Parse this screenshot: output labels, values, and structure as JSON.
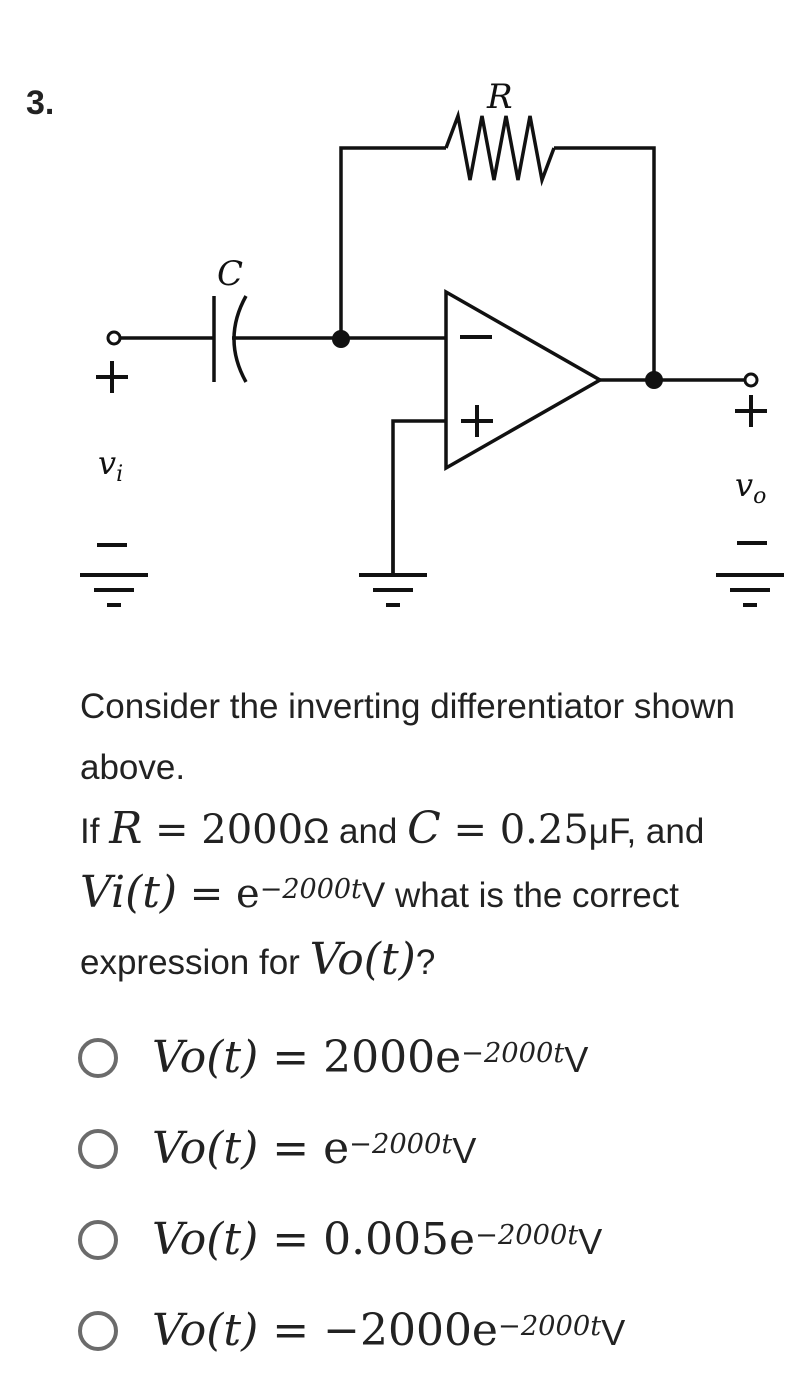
{
  "question_number": "3.",
  "circuit": {
    "resistor_label": "R",
    "capacitor_label": "C",
    "opamp_minus": "−",
    "opamp_plus": "+",
    "input_plus": "+",
    "input_minus": "−",
    "input_label_base": "v",
    "input_label_sub": "i",
    "output_plus": "+",
    "output_minus": "−",
    "output_label_base": "v",
    "output_label_sub": "o"
  },
  "prompt": {
    "line1": "Consider the inverting differentiator shown above.",
    "if": "If ",
    "R_sym": "R",
    "eq1": " = 2000",
    "ohm": "Ω",
    "and1": " and ",
    "C_sym": "C",
    "eq2": " = 0.25",
    "uF": "μF, and",
    "vi_lhs": "Vi(t)",
    "eq3": " = e",
    "vi_exp": "−2000t",
    "vi_unit": "V",
    "rest": " what is the correct expression for ",
    "vo": "Vo(t)",
    "qmark": "?"
  },
  "options": [
    {
      "lhs": "Vo(t)",
      "rhs": " = 2000e",
      "exp": "−2000t",
      "unit": "V"
    },
    {
      "lhs": "Vo(t)",
      "rhs": " = e",
      "exp": "−2000t",
      "unit": "V"
    },
    {
      "lhs": "Vo(t)",
      "rhs": " = 0.005e",
      "exp": "−2000t",
      "unit": "V"
    },
    {
      "lhs": "Vo(t)",
      "rhs": " = −2000e",
      "exp": "−2000t",
      "unit": "V"
    }
  ]
}
